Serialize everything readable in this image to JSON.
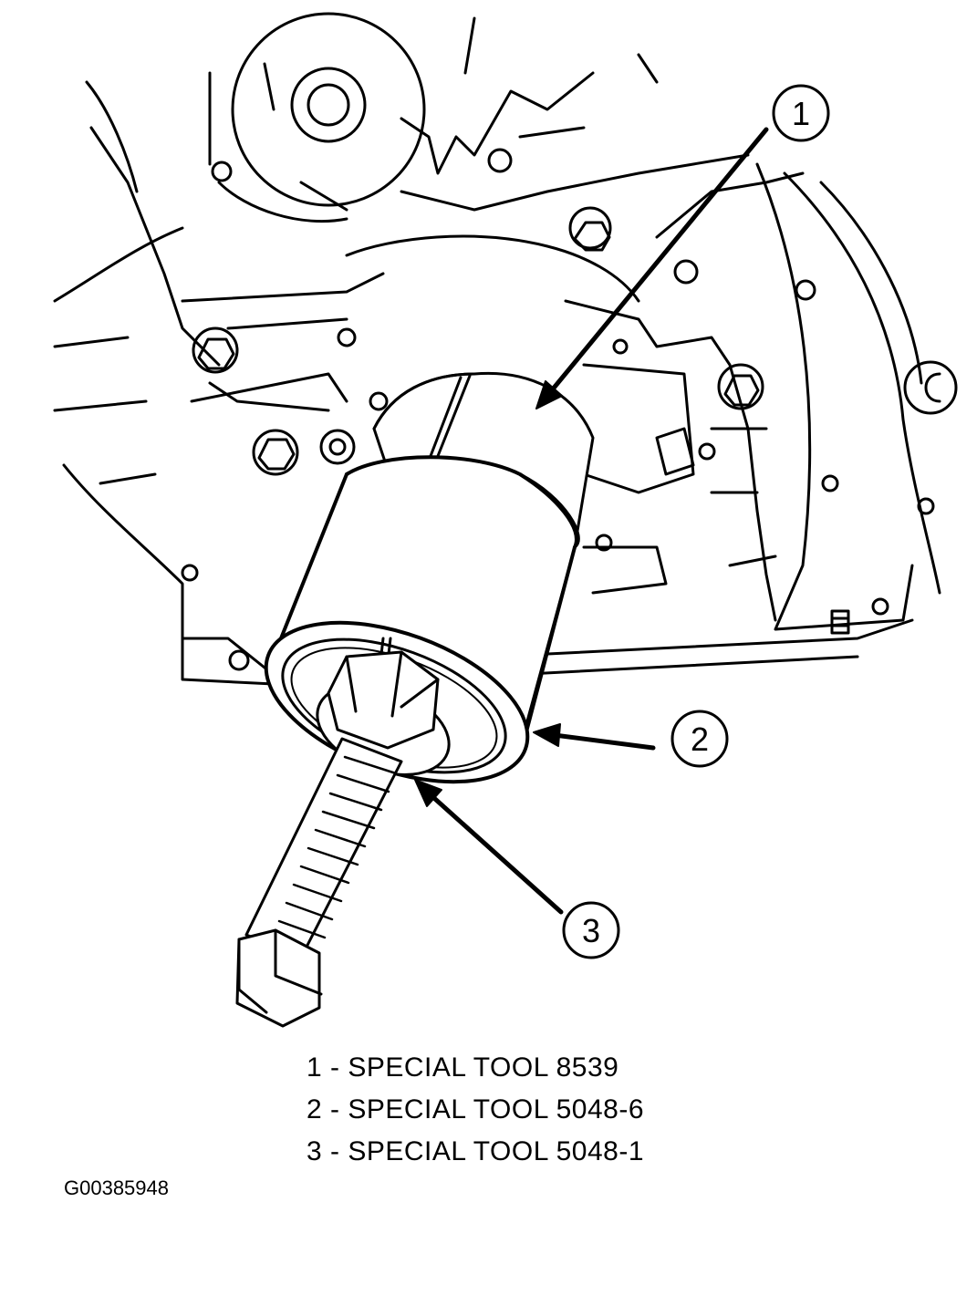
{
  "callouts": [
    "1",
    "2",
    "3"
  ],
  "legend": [
    {
      "num": "1",
      "text": "SPECIAL TOOL 8539"
    },
    {
      "num": "2",
      "text": "SPECIAL TOOL 5048-6"
    },
    {
      "num": "3",
      "text": "SPECIAL TOOL 5048-1"
    }
  ],
  "figure_id": "G00385948",
  "colors": {
    "line": "#000000",
    "background": "#ffffff"
  }
}
